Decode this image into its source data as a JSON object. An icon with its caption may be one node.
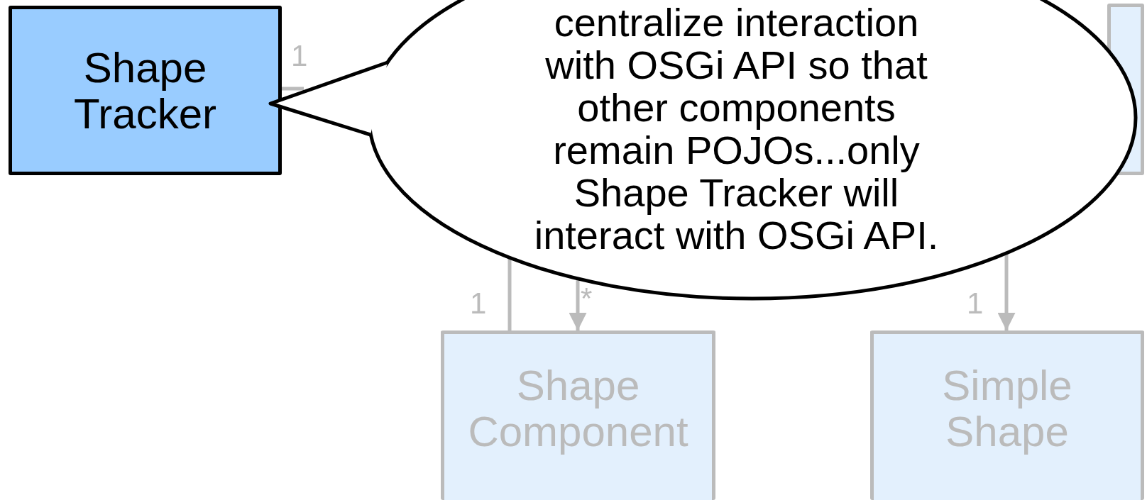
{
  "diagram": {
    "nodes": [
      {
        "text": [
          "Shape Tracker"
        ]
      },
      {
        "text": [],
        "shape": "box"
      },
      {
        "text": [
          "Shape Component"
        ]
      },
      {
        "text": [
          "Simple Shape"
        ]
      },
      {
        "text": [
          "centralize interaction with OSGi API so that other components remain POJOs...only Shape Tracker will interact with OSGi API."
        ]
      }
    ],
    "edges": [
      {
        "from": 0,
        "to": 4,
        "arrow": "none"
      },
      {
        "from": 4,
        "to": 2,
        "arrow": "none"
      },
      {
        "from": 4,
        "to": 2,
        "arrow": "to"
      },
      {
        "from": 4,
        "to": 3,
        "arrow": "to"
      }
    ],
    "labels": [
      "1",
      "1",
      "*",
      "1"
    ]
  }
}
